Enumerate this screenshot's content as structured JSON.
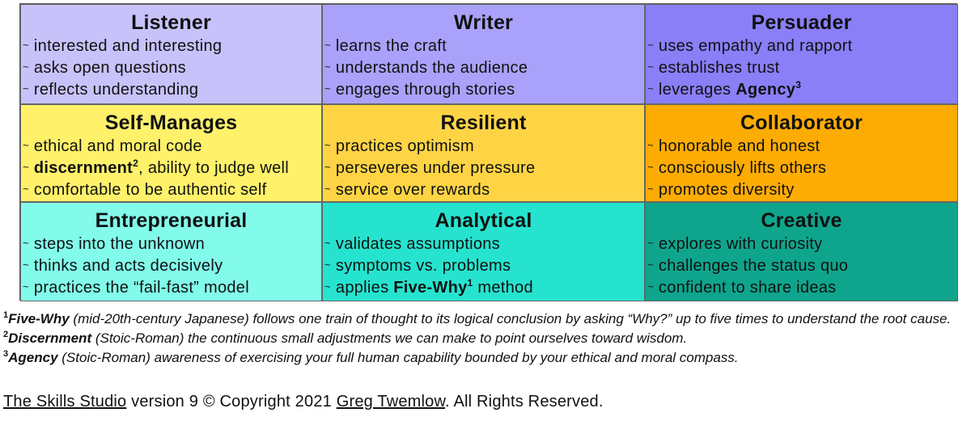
{
  "cells": [
    {
      "title": "Listener",
      "color": "#c8c2fa",
      "items": [
        {
          "text": "interested and interesting"
        },
        {
          "text": "asks open questions"
        },
        {
          "text": "reflects understanding"
        }
      ]
    },
    {
      "title": "Writer",
      "color": "#aaa2fa",
      "items": [
        {
          "text": "learns the craft"
        },
        {
          "text": "understands the audience"
        },
        {
          "text": "engages through stories"
        }
      ]
    },
    {
      "title": "Persuader",
      "color": "#8a7ff7",
      "items": [
        {
          "text": "uses empathy and rapport"
        },
        {
          "text": "establishes trust"
        },
        {
          "pre": "leverages ",
          "bold": "Agency",
          "sup": "3",
          "post": ""
        }
      ]
    },
    {
      "title": "Self-Manages",
      "color": "#fff16a",
      "items": [
        {
          "text": "ethical and moral code"
        },
        {
          "pre": "",
          "bold": "discernment",
          "sup": "2",
          "post": ", ability to judge well"
        },
        {
          "text": "comfortable to be authentic self"
        }
      ]
    },
    {
      "title": "Resilient",
      "color": "#fed445",
      "items": [
        {
          "text": "practices optimism"
        },
        {
          "text": "perseveres under pressure"
        },
        {
          "text": "service over rewards"
        }
      ]
    },
    {
      "title": "Collaborator",
      "color": "#fdac04",
      "items": [
        {
          "text": "honorable and honest"
        },
        {
          "text": "consciously lifts others"
        },
        {
          "text": "promotes diversity"
        }
      ]
    },
    {
      "title": "Entrepreneurial",
      "color": "#82fbea",
      "items": [
        {
          "text": "steps into the unknown"
        },
        {
          "text": "thinks and acts decisively"
        },
        {
          "text": "practices the “fail-fast” model"
        }
      ]
    },
    {
      "title": "Analytical",
      "color": "#26e3cf",
      "items": [
        {
          "text": "validates assumptions"
        },
        {
          "text": "symptoms vs. problems"
        },
        {
          "pre": "applies ",
          "bold": "Five-Why",
          "sup": "1",
          "post": " method"
        }
      ]
    },
    {
      "title": "Creative",
      "color": "#0fa58d",
      "items": [
        {
          "text": "explores with curiosity"
        },
        {
          "text": "challenges the status quo"
        },
        {
          "text": "confident to share ideas"
        }
      ]
    }
  ],
  "bullet": "~",
  "footnotes": [
    {
      "num": "1",
      "term": "Five-Why",
      "text": " (mid-20th-century Japanese) follows one train of thought to its logical conclusion by asking “Why?” up to five times to understand the root cause."
    },
    {
      "num": "2",
      "term": "Discernment",
      "text": " (Stoic-Roman) the continuous small adjustments we can make to point ourselves toward wisdom."
    },
    {
      "num": "3",
      "term": "Agency",
      "text": " (Stoic-Roman) awareness of exercising your full human capability bounded by your ethical and moral compass."
    }
  ],
  "copyright": {
    "link1": "The Skills Studio",
    "middle": " version 9 © Copyright 2021 ",
    "link2": "Greg Twemlow",
    "end": ". All Rights Reserved."
  }
}
